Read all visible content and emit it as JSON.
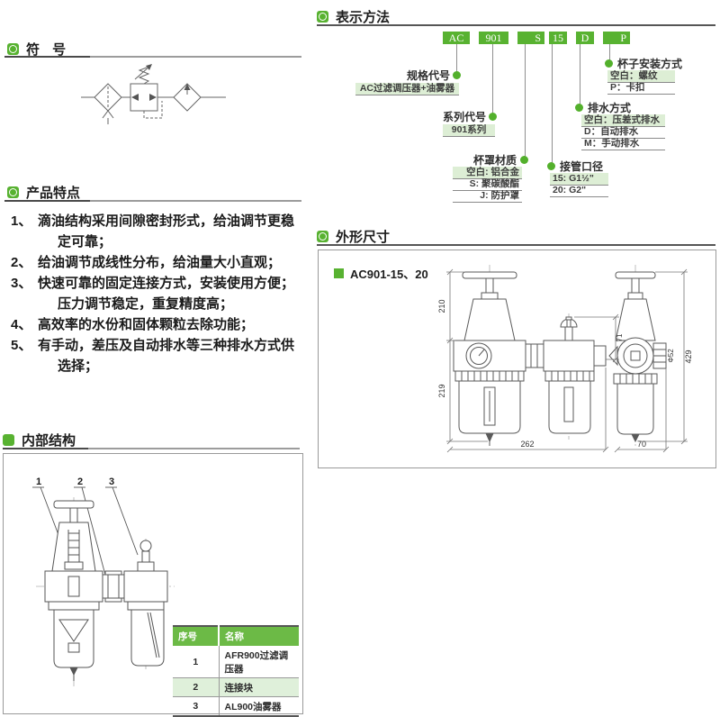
{
  "colors": {
    "green": "#58b231",
    "green_light": "#ddeed5",
    "table_header_green": "#6cba46"
  },
  "symbol": {
    "title": "符 号"
  },
  "features": {
    "title": "产品特点",
    "items": [
      {
        "num": "1、",
        "l1": "滴油结构采用间隙密封形式，给油调节更稳",
        "l2": "定可靠；"
      },
      {
        "num": "2、",
        "l1": "给油调节成线性分布，给油量大小直观；",
        "l2": ""
      },
      {
        "num": "3、",
        "l1": "快速可靠的固定连接方式，安装使用方便；",
        "l2": "压力调节稳定，重复精度高；"
      },
      {
        "num": "4、",
        "l1": "高效率的水份和固体颗粒去除功能；",
        "l2": ""
      },
      {
        "num": "5、",
        "l1": "有手动，差压及自动排水等三种排水方式供",
        "l2": "选择；"
      }
    ]
  },
  "coding": {
    "title": "表示方法",
    "boxes": [
      "AC",
      "901",
      "S",
      "15",
      "D",
      "P"
    ],
    "spec": {
      "label": "规格代号",
      "value": "AC过滤调压器+油雾器"
    },
    "series": {
      "label": "系列代号",
      "value": "901系列"
    },
    "cup_material": {
      "label": "杯罩材质",
      "options": [
        "空白: 铝合金",
        "S: 聚碳酸酯",
        "J: 防护罩"
      ]
    },
    "port_size": {
      "label": "接管口径",
      "options": [
        "15: G1½\"",
        "20: G2\""
      ]
    },
    "drain": {
      "label": "排水方式",
      "options": [
        "空白：压差式排水",
        "D：自动排水",
        "M：手动排水"
      ]
    },
    "cup_mount": {
      "label": "杯子安装方式",
      "options": [
        "空白：螺纹",
        "P：卡扣"
      ]
    }
  },
  "dimensions": {
    "title": "外形尺寸",
    "model": "AC901-15、20",
    "d210": "210",
    "d219": "219",
    "d262": "262",
    "d71": "71",
    "d52": "Φ52",
    "d429": "429",
    "d70": "70"
  },
  "structure": {
    "title": "内部结构",
    "callouts": [
      "1",
      "2",
      "3"
    ],
    "table": {
      "headers": [
        "序号",
        "名称"
      ],
      "rows": [
        [
          "1",
          "AFR900过滤调压器"
        ],
        [
          "2",
          "连接块"
        ],
        [
          "3",
          "AL900油雾器"
        ]
      ]
    }
  }
}
